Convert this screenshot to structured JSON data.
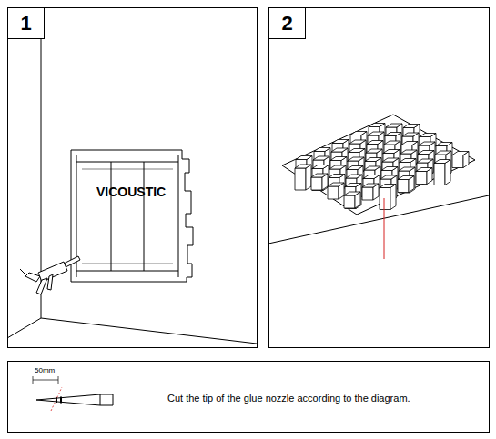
{
  "diagram": {
    "nodes": [
      {
        "text": [
          "1"
        ]
      },
      {
        "text": [
          "2"
        ]
      },
      {
        "text": [
          "Cut the tip of the glue nozzle according to the diagram."
        ]
      }
    ],
    "labels": [
      "VICOUSTIC",
      "50mm"
    ]
  }
}
